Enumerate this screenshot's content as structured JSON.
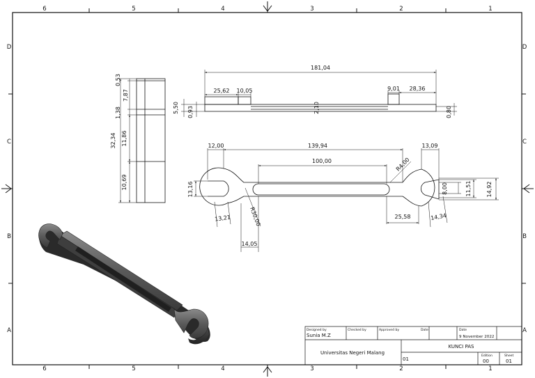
{
  "border": {
    "columns_top": [
      "6",
      "5",
      "4",
      "3",
      "2",
      "1"
    ],
    "columns_bottom": [
      "6",
      "5",
      "4",
      "3",
      "2",
      "1"
    ],
    "rows_left": [
      "D",
      "C",
      "B",
      "A"
    ],
    "rows_right": [
      "D",
      "C",
      "B",
      "A"
    ]
  },
  "dimensions": {
    "side_view": {
      "d053": "0,53",
      "d787": "7,87",
      "d138": "1,38",
      "d3234": "32,34",
      "d1186": "11,86",
      "d1069": "10,69"
    },
    "top_view": {
      "d18104": "181,04",
      "d2562": "25,62",
      "d1005": "10,05",
      "d901": "9,01",
      "d2836": "28,36",
      "d550": "5,50",
      "d093": "0,93",
      "d210": "2,10",
      "d080": "0,80"
    },
    "front_view": {
      "d1200": "12,00",
      "d13994": "139,94",
      "d1309": "13,09",
      "d10000": "100,00",
      "r400": "R4,00",
      "d1316": "13,16",
      "d1321": "13,21",
      "r3000": "R30,00",
      "d1405": "14,05",
      "d2558": "25,58",
      "d1434": "14,34",
      "d800": "8,00",
      "d1151": "11,51",
      "d1492": "14,92"
    }
  },
  "title_block": {
    "designed_by_label": "Designed by",
    "designed_by_value": "Sunia M.Z",
    "checked_by_label": "Checked by",
    "approved_by_label": "Approved by",
    "date_label_1": "Date",
    "date_label_2": "Date",
    "date_value": "9 November 2022",
    "institution": "Universitas Negeri Malang",
    "title": "KUNCI PAS",
    "drawing_number": "01",
    "edition_label": "Edition",
    "edition_value": "00",
    "sheet_label": "Sheet",
    "sheet_value": "01"
  }
}
